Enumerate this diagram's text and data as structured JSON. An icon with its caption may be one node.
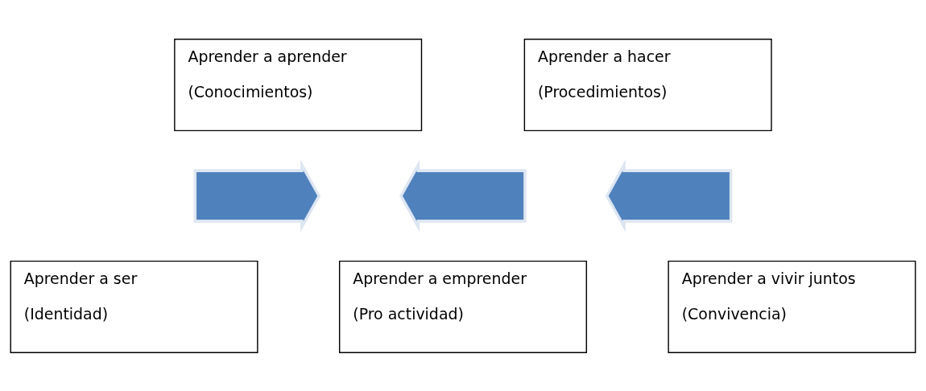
{
  "diagram": {
    "nodes": [
      {
        "text": [
          "Aprender a aprender",
          "(Conocimientos)"
        ]
      },
      {
        "text": [
          "Aprender a hacer",
          "(Procedimientos)"
        ]
      },
      {
        "text": [],
        "shape": "arrow"
      },
      {
        "text": [],
        "shape": "arrow"
      },
      {
        "text": [],
        "shape": "arrow"
      },
      {
        "text": [
          "Aprender a ser",
          "(Identidad)"
        ]
      },
      {
        "text": [
          "Aprender a emprender",
          "(Pro actividad)"
        ]
      },
      {
        "text": [
          "Aprender a vivir juntos",
          "(Convivencia)"
        ]
      }
    ],
    "edges": []
  }
}
